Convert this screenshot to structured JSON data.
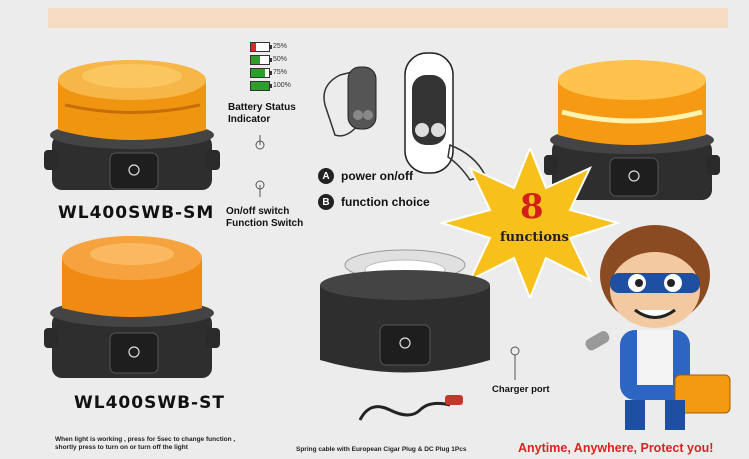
{
  "battery": {
    "title": "Battery Status\nIndicator",
    "levels": [
      {
        "label": "25%",
        "fill": 0.25,
        "color": "#d62a2a"
      },
      {
        "label": "50%",
        "fill": 0.5,
        "color": "#2aa02a"
      },
      {
        "label": "75%",
        "fill": 0.75,
        "color": "#2aa02a"
      },
      {
        "label": "100%",
        "fill": 1.0,
        "color": "#2aa02a"
      }
    ]
  },
  "models": {
    "sm": "WL400SWB-SM",
    "st": "WL400SWB-ST"
  },
  "switch_label": "On/off switch\nFunction Switch",
  "features": [
    {
      "letter": "A",
      "text": "power on/off"
    },
    {
      "letter": "B",
      "text": "function choice"
    }
  ],
  "burst": {
    "number": "8",
    "word": "functions"
  },
  "charger_port": "Charger port",
  "instructions": "When light is working , press for 5sec to change function ,\n shortly press to turn on or turn off the light",
  "cable_note": "Spring cable with European Cigar Plug & DC Plug 1Pcs",
  "slogan": "Anytime, Anywhere, Protect you!",
  "colors": {
    "amber": "#f39a12",
    "base": "#3a3a3a",
    "slogan": "#e02020"
  }
}
